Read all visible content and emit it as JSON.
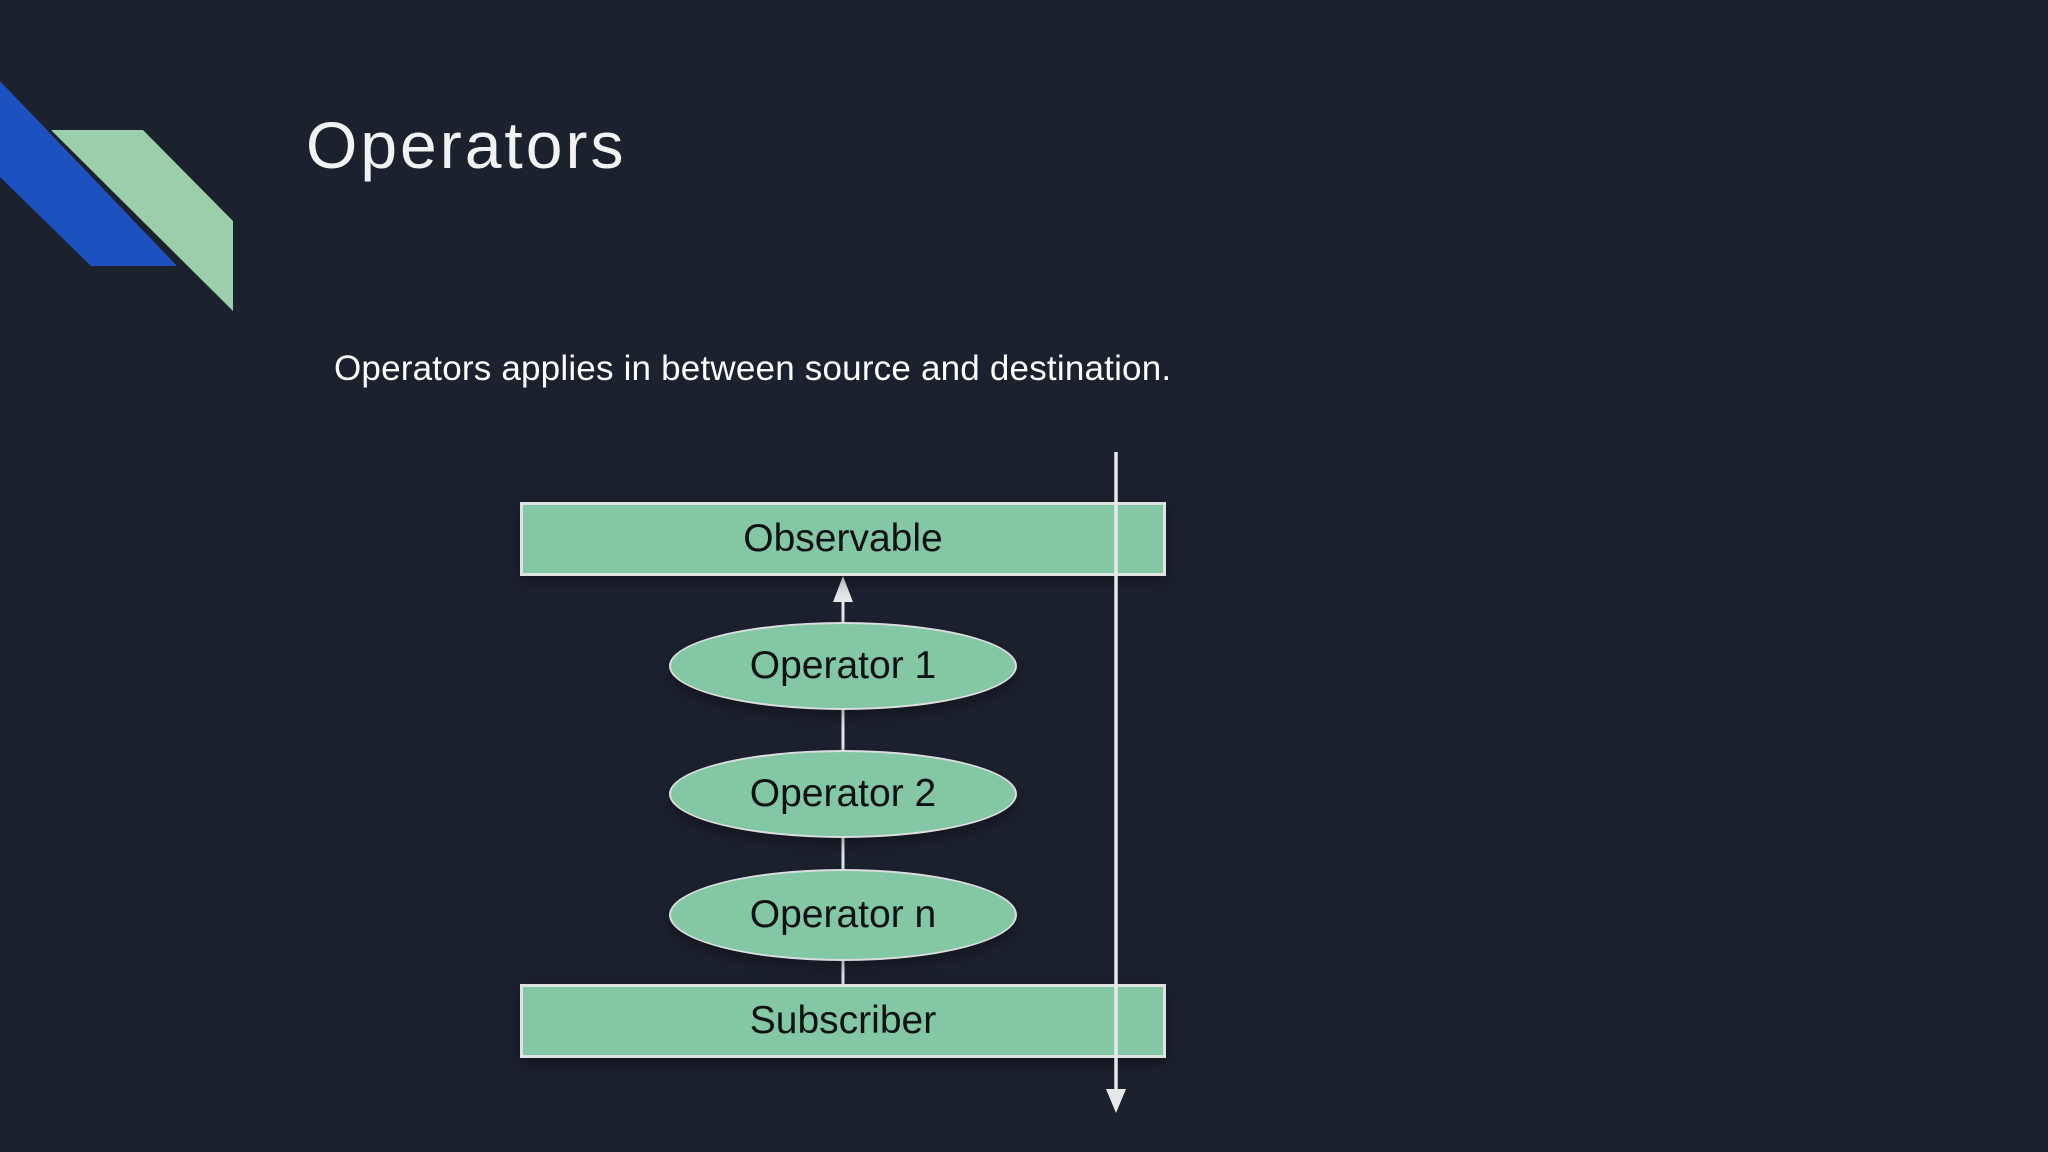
{
  "slide": {
    "title": "Operators",
    "body_text": "Operators applies in between source and destination."
  },
  "diagram": {
    "nodes": [
      {
        "label": "Observable",
        "shape": "rectangle"
      },
      {
        "label": "Operator 1",
        "shape": "ellipse"
      },
      {
        "label": "Operator 2",
        "shape": "ellipse"
      },
      {
        "label": "Operator n",
        "shape": "ellipse"
      },
      {
        "label": "Subscriber",
        "shape": "rectangle"
      }
    ],
    "connections": [
      {
        "from": "Operator 1",
        "to": "Observable",
        "arrowhead": "up"
      },
      {
        "from": "Operator 1",
        "to": "Operator 2",
        "arrowhead": "none"
      },
      {
        "from": "Operator 2",
        "to": "Operator n",
        "arrowhead": "none"
      },
      {
        "from": "Operator n",
        "to": "Subscriber",
        "arrowhead": "none"
      }
    ],
    "timeline_arrow": {
      "direction": "down",
      "from": "top of Observable",
      "to": "below Subscriber"
    }
  },
  "colors": {
    "background": "#1c212e",
    "shape_fill": "#84c7a4",
    "shape_border": "#dfe2e2",
    "connector": "#e6e8ea",
    "corner_blue": "#1d51c0",
    "corner_green": "#9bceaa",
    "title_text": "#f1f2f4",
    "node_text": "#0e1214"
  }
}
